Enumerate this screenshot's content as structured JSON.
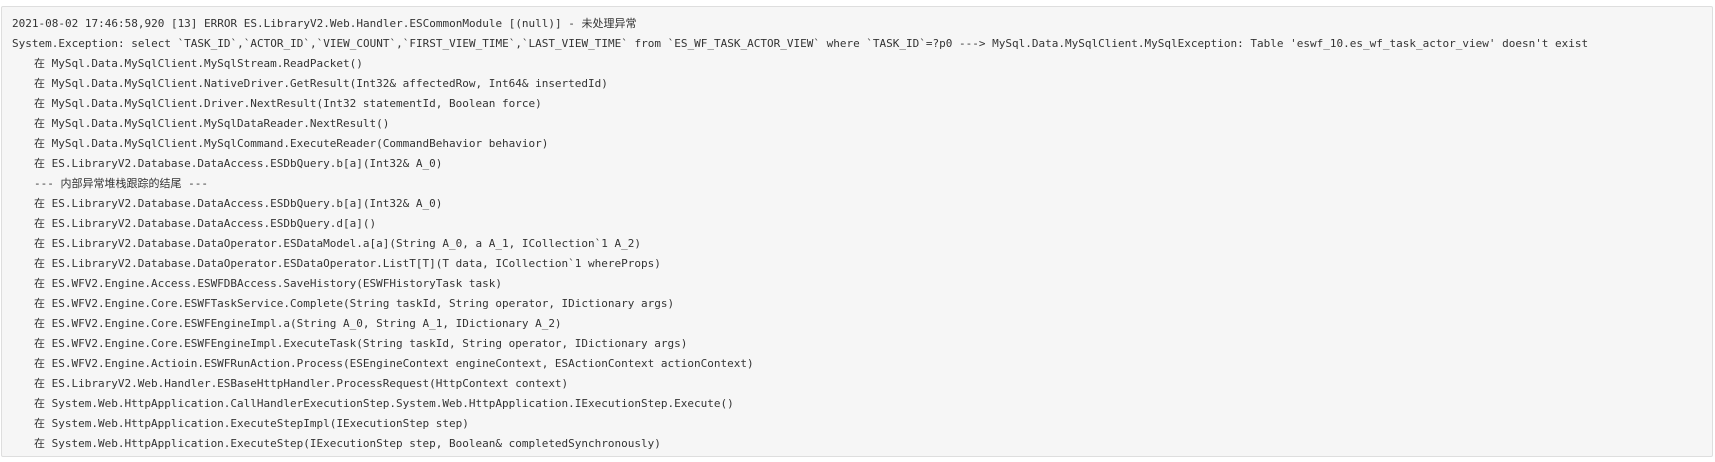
{
  "log": {
    "header": "2021-08-02 17:46:58,920 [13] ERROR ES.LibraryV2.Web.Handler.ESCommonModule [(null)] - 未处理异常",
    "exception": "System.Exception: select `TASK_ID`,`ACTOR_ID`,`VIEW_COUNT`,`FIRST_VIEW_TIME`,`LAST_VIEW_TIME` from `ES_WF_TASK_ACTOR_VIEW` where `TASK_ID`=?p0 ---> MySql.Data.MySqlClient.MySqlException: Table 'eswf_10.es_wf_task_actor_view' doesn't exist",
    "inner_frames": [
      "在 MySql.Data.MySqlClient.MySqlStream.ReadPacket()",
      "在 MySql.Data.MySqlClient.NativeDriver.GetResult(Int32& affectedRow, Int64& insertedId)",
      "在 MySql.Data.MySqlClient.Driver.NextResult(Int32 statementId, Boolean force)",
      "在 MySql.Data.MySqlClient.MySqlDataReader.NextResult()",
      "在 MySql.Data.MySqlClient.MySqlCommand.ExecuteReader(CommandBehavior behavior)",
      "在 ES.LibraryV2.Database.DataAccess.ESDbQuery.b[a](Int32& A_0)"
    ],
    "inner_end_marker": "--- 内部异常堆栈跟踪的结尾 ---",
    "outer_frames": [
      "在 ES.LibraryV2.Database.DataAccess.ESDbQuery.b[a](Int32& A_0)",
      "在 ES.LibraryV2.Database.DataAccess.ESDbQuery.d[a]()",
      "在 ES.LibraryV2.Database.DataOperator.ESDataModel.a[a](String A_0, a A_1, ICollection`1 A_2)",
      "在 ES.LibraryV2.Database.DataOperator.ESDataOperator.ListT[T](T data, ICollection`1 whereProps)",
      "在 ES.WFV2.Engine.Access.ESWFDBAccess.SaveHistory(ESWFHistoryTask task)",
      "在 ES.WFV2.Engine.Core.ESWFTaskService.Complete(String taskId, String operator, IDictionary args)",
      "在 ES.WFV2.Engine.Core.ESWFEngineImpl.a(String A_0, String A_1, IDictionary A_2)",
      "在 ES.WFV2.Engine.Core.ESWFEngineImpl.ExecuteTask(String taskId, String operator, IDictionary args)",
      "在 ES.WFV2.Engine.Actioin.ESWFRunAction.Process(ESEngineContext engineContext, ESActionContext actionContext)",
      "在 ES.LibraryV2.Web.Handler.ESBaseHttpHandler.ProcessRequest(HttpContext context)",
      "在 System.Web.HttpApplication.CallHandlerExecutionStep.System.Web.HttpApplication.IExecutionStep.Execute()",
      "在 System.Web.HttpApplication.ExecuteStepImpl(IExecutionStep step)",
      "在 System.Web.HttpApplication.ExecuteStep(IExecutionStep step, Boolean& completedSynchronously)"
    ]
  }
}
